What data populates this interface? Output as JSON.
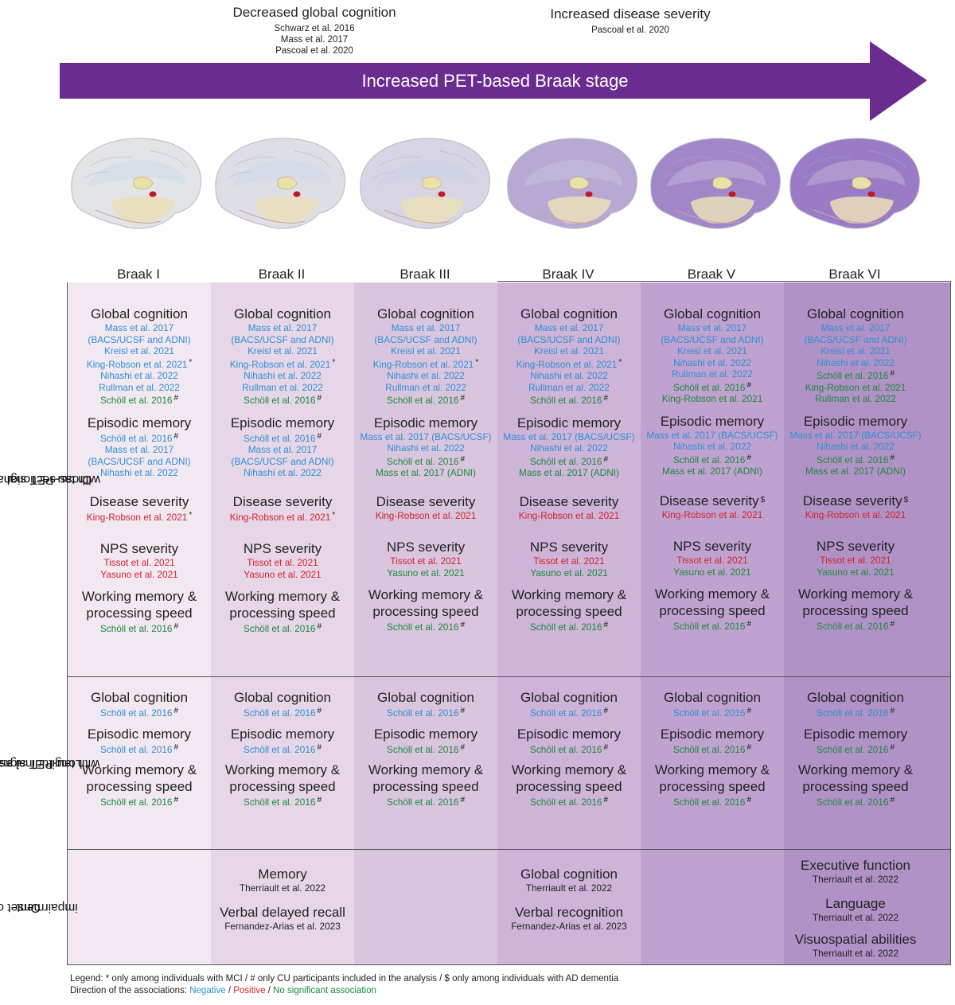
{
  "header": {
    "left": {
      "title": "Decreased global cognition",
      "refs": [
        "Schwarz et al. 2016",
        "Mass et al. 2017",
        "Pascoal et al. 2020"
      ]
    },
    "right": {
      "title": "Increased disease severity",
      "refs": [
        "Pascoal et al. 2020"
      ]
    },
    "arrow_label": "Increased PET-based Braak stage"
  },
  "columns": [
    "Braak I",
    "Braak II",
    "Braak III",
    "Braak IV",
    "Braak V",
    "Braak VI"
  ],
  "colors": {
    "arrow": "#6a2c91",
    "negative": "#2f8fd1",
    "positive": "#d1232a",
    "no_association": "#1a8a3a",
    "column_shades": [
      "#f2e8f2",
      "#e6d6e8",
      "#dac5df",
      "#cdb4d8",
      "#c0a2d1",
      "#b192c7"
    ]
  },
  "row_labels": {
    "cross": [
      "Cross-sectional association",
      "with tau-PET signal"
    ],
    "long": [
      "Longitudinal association",
      "with tau-PET signal"
    ],
    "onset": [
      "Onset of",
      "impairment"
    ]
  },
  "cross": [
    [
      {
        "h": "Global cognition",
        "refs": [
          {
            "t": "Mass et al. 2017",
            "c": "neg"
          },
          {
            "t": "(BACS/UCSF and ADNI)",
            "c": "neg"
          },
          {
            "t": "Kreisl et al. 2021",
            "c": "neg"
          },
          {
            "t": "King-Robson et al. 2021",
            "c": "neg",
            "m": "*"
          },
          {
            "t": "Nihashi et al. 2022",
            "c": "neg"
          },
          {
            "t": "Rullman et al. 2022",
            "c": "neg"
          },
          {
            "t": "Schöll et al. 2016",
            "c": "ns",
            "m": "#"
          }
        ]
      },
      {
        "h": "Episodic memory",
        "refs": [
          {
            "t": "Schöll et al. 2016",
            "c": "neg",
            "m": "#"
          },
          {
            "t": "Mass et al. 2017",
            "c": "neg"
          },
          {
            "t": "(BACS/UCSF and ADNI)",
            "c": "neg"
          },
          {
            "t": "Nihashi et al. 2022",
            "c": "neg"
          }
        ]
      },
      {
        "h": "Disease severity",
        "refs": [
          {
            "t": "King-Robson et al. 2021",
            "c": "pos",
            "m": "*"
          }
        ]
      },
      {
        "h": "NPS severity",
        "refs": [
          {
            "t": "Tissot et al. 2021",
            "c": "pos"
          },
          {
            "t": "Yasuno et al. 2021",
            "c": "pos"
          }
        ]
      },
      {
        "h": "Working memory &\nprocessing speed",
        "refs": [
          {
            "t": "Schöll et al. 2016",
            "c": "ns",
            "m": "#"
          }
        ]
      }
    ],
    [
      {
        "h": "Global cognition",
        "refs": [
          {
            "t": "Mass et al. 2017",
            "c": "neg"
          },
          {
            "t": "(BACS/UCSF and ADNI)",
            "c": "neg"
          },
          {
            "t": "Kreisl et al. 2021",
            "c": "neg"
          },
          {
            "t": "King-Robson et al. 2021",
            "c": "neg",
            "m": "*"
          },
          {
            "t": "Nihashi et al. 2022",
            "c": "neg"
          },
          {
            "t": "Rullman et al. 2022",
            "c": "neg"
          },
          {
            "t": "Schöll et al. 2016",
            "c": "ns",
            "m": "#"
          }
        ]
      },
      {
        "h": "Episodic memory",
        "refs": [
          {
            "t": "Schöll et al. 2016",
            "c": "neg",
            "m": "#"
          },
          {
            "t": "Mass et al. 2017",
            "c": "neg"
          },
          {
            "t": "(BACS/UCSF and ADNI)",
            "c": "neg"
          },
          {
            "t": "Nihashi et al. 2022",
            "c": "neg"
          }
        ]
      },
      {
        "h": "Disease severity",
        "refs": [
          {
            "t": "King-Robson et al. 2021",
            "c": "pos",
            "m": "*"
          }
        ]
      },
      {
        "h": "NPS severity",
        "refs": [
          {
            "t": "Tissot et al. 2021",
            "c": "pos"
          },
          {
            "t": "Yasuno et al. 2021",
            "c": "pos"
          }
        ]
      },
      {
        "h": "Working memory &\nprocessing speed",
        "refs": [
          {
            "t": "Schöll et al. 2016",
            "c": "ns",
            "m": "#"
          }
        ]
      }
    ],
    [
      {
        "h": "Global cognition",
        "refs": [
          {
            "t": "Mass et al. 2017",
            "c": "neg"
          },
          {
            "t": "(BACS/UCSF and ADNI)",
            "c": "neg"
          },
          {
            "t": "Kreisl et al. 2021",
            "c": "neg"
          },
          {
            "t": "King-Robson et al. 2021",
            "c": "neg",
            "m": "*"
          },
          {
            "t": "Nihashi et al. 2022",
            "c": "neg"
          },
          {
            "t": "Rullman et al. 2022",
            "c": "neg"
          },
          {
            "t": "Schöll et al. 2016",
            "c": "ns",
            "m": "#"
          }
        ]
      },
      {
        "h": "Episodic memory",
        "refs": [
          {
            "t": "Mass et al. 2017 (BACS/UCSF)",
            "c": "neg"
          },
          {
            "t": "Nihashi et al. 2022",
            "c": "neg"
          },
          {
            "t": "Schöll et al. 2016",
            "c": "ns",
            "m": "#"
          },
          {
            "t": "Mass et al. 2017 (ADNI)",
            "c": "ns"
          }
        ]
      },
      {
        "h": "Disease severity",
        "refs": [
          {
            "t": "King-Robson et al. 2021",
            "c": "pos"
          }
        ]
      },
      {
        "h": "NPS severity",
        "refs": [
          {
            "t": "Tissot et al. 2021",
            "c": "pos"
          },
          {
            "t": "Yasuno et al. 2021",
            "c": "ns"
          }
        ]
      },
      {
        "h": "Working memory &\nprocessing speed",
        "refs": [
          {
            "t": "Schöll et al. 2016",
            "c": "ns",
            "m": "#"
          }
        ]
      }
    ],
    [
      {
        "h": "Global cognition",
        "refs": [
          {
            "t": "Mass et al. 2017",
            "c": "neg"
          },
          {
            "t": "(BACS/UCSF and ADNI)",
            "c": "neg"
          },
          {
            "t": "Kreisl et al. 2021",
            "c": "neg"
          },
          {
            "t": "King-Robson et al. 2021",
            "c": "neg",
            "m": "*"
          },
          {
            "t": "Nihashi et al. 2022",
            "c": "neg"
          },
          {
            "t": "Rullman et al. 2022",
            "c": "neg"
          },
          {
            "t": "Schöll et al. 2016",
            "c": "ns",
            "m": "#"
          }
        ]
      },
      {
        "h": "Episodic memory",
        "refs": [
          {
            "t": "Mass et al. 2017 (BACS/UCSF)",
            "c": "neg"
          },
          {
            "t": "Nihashi et al. 2022",
            "c": "neg"
          },
          {
            "t": "Schöll et al. 2016",
            "c": "ns",
            "m": "#"
          },
          {
            "t": "Mass et al. 2017 (ADNI)",
            "c": "ns"
          }
        ]
      },
      {
        "h": "Disease severity",
        "refs": [
          {
            "t": "King-Robson et al. 2021",
            "c": "pos"
          }
        ]
      },
      {
        "h": "NPS severity",
        "refs": [
          {
            "t": "Tissot et al. 2021",
            "c": "pos"
          },
          {
            "t": "Yasuno et al. 2021",
            "c": "ns"
          }
        ]
      },
      {
        "h": "Working memory &\nprocessing speed",
        "refs": [
          {
            "t": "Schöll et al. 2016",
            "c": "ns",
            "m": "#"
          }
        ]
      }
    ],
    [
      {
        "h": "Global cognition",
        "refs": [
          {
            "t": "Mass et al. 2017",
            "c": "neg"
          },
          {
            "t": "(BACS/UCSF and ADNI)",
            "c": "neg"
          },
          {
            "t": "Kreisl et al. 2021",
            "c": "neg"
          },
          {
            "t": "Nihashi et al. 2022",
            "c": "neg"
          },
          {
            "t": "Rullman et al. 2022",
            "c": "neg"
          },
          {
            "t": "Schöll et al. 2016",
            "c": "ns",
            "m": "#"
          },
          {
            "t": "King-Robson et al. 2021",
            "c": "ns"
          }
        ]
      },
      {
        "h": "Episodic memory",
        "refs": [
          {
            "t": "Mass et al. 2017 (BACS/UCSF)",
            "c": "neg"
          },
          {
            "t": "Nihashi et al. 2022",
            "c": "neg"
          },
          {
            "t": "Schöll et al. 2016",
            "c": "ns",
            "m": "#"
          },
          {
            "t": "Mass et al. 2017 (ADNI)",
            "c": "ns"
          }
        ]
      },
      {
        "h": "Disease severity",
        "hm": "$",
        "refs": [
          {
            "t": "King-Robson et al. 2021",
            "c": "pos"
          }
        ]
      },
      {
        "h": "NPS severity",
        "refs": [
          {
            "t": "Tissot et al. 2021",
            "c": "pos"
          },
          {
            "t": "Yasuno et al. 2021",
            "c": "ns"
          }
        ]
      },
      {
        "h": "Working memory &\nprocessing speed",
        "refs": [
          {
            "t": "Schöll et al. 2016",
            "c": "ns",
            "m": "#"
          }
        ]
      }
    ],
    [
      {
        "h": "Global cognition",
        "refs": [
          {
            "t": "Mass et al. 2017",
            "c": "neg"
          },
          {
            "t": "(BACS/UCSF and ADNI)",
            "c": "neg"
          },
          {
            "t": "Kreisl et al. 2021",
            "c": "neg"
          },
          {
            "t": "Nihashi et al. 2022",
            "c": "neg"
          },
          {
            "t": "Schöll et al. 2016",
            "c": "ns",
            "m": "#"
          },
          {
            "t": "King-Robson et al. 2021",
            "c": "ns"
          },
          {
            "t": "Rullman et al. 2022",
            "c": "ns"
          }
        ]
      },
      {
        "h": "Episodic memory",
        "refs": [
          {
            "t": "Mass et al. 2017 (BACS/UCSF)",
            "c": "neg"
          },
          {
            "t": "Nihashi et al. 2022",
            "c": "neg"
          },
          {
            "t": "Schöll et al. 2016",
            "c": "ns",
            "m": "#"
          },
          {
            "t": "Mass et al. 2017 (ADNI)",
            "c": "ns"
          }
        ]
      },
      {
        "h": "Disease severity",
        "hm": "$",
        "refs": [
          {
            "t": "King-Robson et al. 2021",
            "c": "pos"
          }
        ]
      },
      {
        "h": "NPS severity",
        "refs": [
          {
            "t": "Tissot et al. 2021",
            "c": "pos"
          },
          {
            "t": "Yasuno et al. 2021",
            "c": "ns"
          }
        ]
      },
      {
        "h": "Working memory &\nprocessing speed",
        "refs": [
          {
            "t": "Schöll et al. 2016",
            "c": "ns",
            "m": "#"
          }
        ]
      }
    ]
  ],
  "long": [
    [
      {
        "h": "Global cognition",
        "refs": [
          {
            "t": "Schöll et al. 2016",
            "c": "neg",
            "m": "#"
          }
        ]
      },
      {
        "h": "Episodic memory",
        "refs": [
          {
            "t": "Schöll et al. 2016",
            "c": "neg",
            "m": "#"
          }
        ]
      },
      {
        "h": "Working memory &\nprocessing speed",
        "refs": [
          {
            "t": "Schöll et al. 2016",
            "c": "ns",
            "m": "#"
          }
        ]
      }
    ],
    [
      {
        "h": "Global cognition",
        "refs": [
          {
            "t": "Schöll et al. 2016",
            "c": "neg",
            "m": "#"
          }
        ]
      },
      {
        "h": "Episodic memory",
        "refs": [
          {
            "t": "Schöll et al. 2016",
            "c": "neg",
            "m": "#"
          }
        ]
      },
      {
        "h": "Working memory &\nprocessing speed",
        "refs": [
          {
            "t": "Schöll et al. 2016",
            "c": "ns",
            "m": "#"
          }
        ]
      }
    ],
    [
      {
        "h": "Global cognition",
        "refs": [
          {
            "t": "Schöll et al. 2016",
            "c": "neg",
            "m": "#"
          }
        ]
      },
      {
        "h": "Episodic memory",
        "refs": [
          {
            "t": "Schöll et al. 2016",
            "c": "ns",
            "m": "#"
          }
        ]
      },
      {
        "h": "Working memory &\nprocessing speed",
        "refs": [
          {
            "t": "Schöll et al. 2016",
            "c": "ns",
            "m": "#"
          }
        ]
      }
    ],
    [
      {
        "h": "Global cognition",
        "refs": [
          {
            "t": "Schöll et al. 2016",
            "c": "neg",
            "m": "#"
          }
        ]
      },
      {
        "h": "Episodic memory",
        "refs": [
          {
            "t": "Schöll et al. 2016",
            "c": "ns",
            "m": "#"
          }
        ]
      },
      {
        "h": "Working memory &\nprocessing speed",
        "refs": [
          {
            "t": "Schöll et al. 2016",
            "c": "ns",
            "m": "#"
          }
        ]
      }
    ],
    [
      {
        "h": "Global cognition",
        "refs": [
          {
            "t": "Schöll et al. 2016",
            "c": "neg",
            "m": "#"
          }
        ]
      },
      {
        "h": "Episodic memory",
        "refs": [
          {
            "t": "Schöll et al. 2016",
            "c": "ns",
            "m": "#"
          }
        ]
      },
      {
        "h": "Working memory &\nprocessing speed",
        "refs": [
          {
            "t": "Schöll et al. 2016",
            "c": "ns",
            "m": "#"
          }
        ]
      }
    ],
    [
      {
        "h": "Global cognition",
        "refs": [
          {
            "t": "Schöll et al. 2016",
            "c": "neg",
            "m": "#"
          }
        ]
      },
      {
        "h": "Episodic memory",
        "refs": [
          {
            "t": "Schöll et al. 2016",
            "c": "ns",
            "m": "#"
          }
        ]
      },
      {
        "h": "Working memory &\nprocessing speed",
        "refs": [
          {
            "t": "Schöll et al. 2016",
            "c": "ns",
            "m": "#"
          }
        ]
      }
    ]
  ],
  "onset": [
    [],
    [
      {
        "h": "Memory",
        "refs": [
          {
            "t": "Therriault et al. 2022",
            "c": "plain"
          }
        ]
      },
      {
        "h": "Verbal delayed recall",
        "refs": [
          {
            "t": "Fernandez-Arias et al. 2023",
            "c": "plain"
          }
        ]
      }
    ],
    [],
    [
      {
        "h": "Global cognition",
        "refs": [
          {
            "t": "Therriault et al. 2022",
            "c": "plain"
          }
        ]
      },
      {
        "h": "Verbal recognition",
        "refs": [
          {
            "t": "Fernandez-Arias et al. 2023",
            "c": "plain"
          }
        ]
      }
    ],
    [],
    [
      {
        "h": "Executive function",
        "refs": [
          {
            "t": "Therriault et al. 2022",
            "c": "plain"
          }
        ]
      },
      {
        "h": "Language",
        "refs": [
          {
            "t": "Therriault et al. 2022",
            "c": "plain"
          }
        ]
      },
      {
        "h": "Visuospatial abilities",
        "refs": [
          {
            "t": "Therriault et al. 2022",
            "c": "plain"
          }
        ]
      }
    ]
  ],
  "legend": {
    "line1": "Legend: * only among individuals with MCI / # only CU participants included in the analysis / $ only among individuals with AD dementia",
    "line2_prefix": "Direction of the associations:",
    "negative": "Negative",
    "sep1": "/",
    "positive": "Positive",
    "sep2": "/",
    "no_association": "No significant association"
  }
}
